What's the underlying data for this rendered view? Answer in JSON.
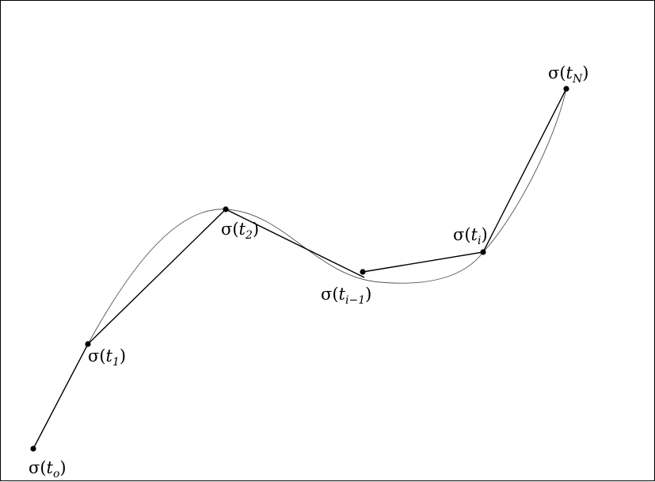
{
  "points": [
    {
      "id": "t0",
      "base": "σ(",
      "var": "t",
      "sub": "o",
      "close": ")"
    },
    {
      "id": "t1",
      "base": "σ(",
      "var": "t",
      "sub": "1",
      "close": ")"
    },
    {
      "id": "t2",
      "base": "σ(",
      "var": "t",
      "sub": "2",
      "close": ")"
    },
    {
      "id": "ti-1",
      "base": "σ(",
      "var": "t",
      "sub": "i−1",
      "close": ")"
    },
    {
      "id": "ti",
      "base": "σ(",
      "var": "t",
      "sub": "i",
      "close": ")"
    },
    {
      "id": "tN",
      "base": "σ(",
      "var": "t",
      "sub": "N",
      "close": ")"
    }
  ],
  "colors": {
    "ink": "#000000",
    "curve": "#555555",
    "background": "#ffffff"
  }
}
